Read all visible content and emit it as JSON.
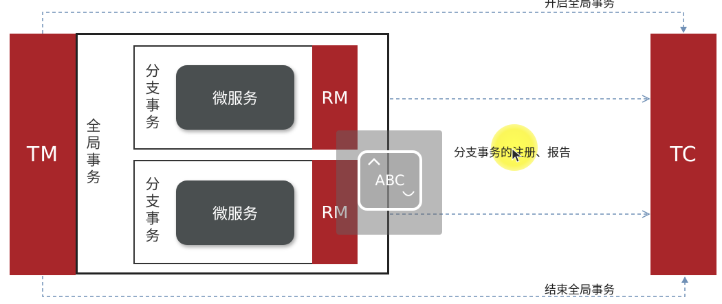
{
  "diagram": {
    "tm_label": "TM",
    "tc_label": "TC",
    "global_transaction_label": "全局事务",
    "branches": [
      {
        "branch_label": "分支事务",
        "service_label": "微服务",
        "rm_label": "RM"
      },
      {
        "branch_label": "分支事务",
        "service_label": "微服务",
        "rm_label": "RM"
      }
    ],
    "arrow_labels": {
      "start": "开启全局事务",
      "register_report": "分支事务的注册、报告",
      "end": "结束全局事务"
    },
    "overlay_icon_text": "ABC"
  },
  "colors": {
    "red": "#a8262a",
    "dark_gray": "#4a4f50",
    "dashed_blue": "#6f8fb5",
    "highlight_yellow": "#f4ef3c"
  }
}
